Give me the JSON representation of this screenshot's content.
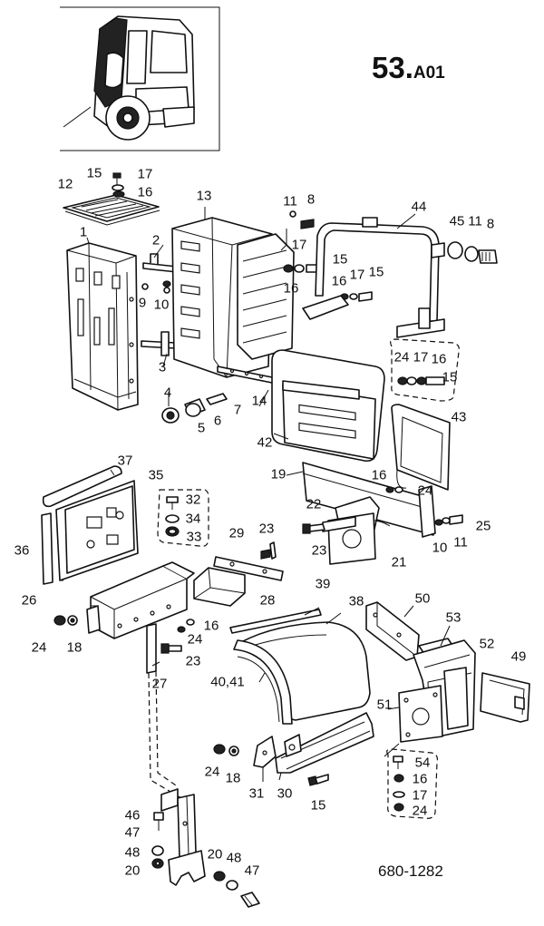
{
  "header": {
    "page_code_main": "53.",
    "page_code_suffix": "A01"
  },
  "footer": {
    "drawing_number": "680-1282"
  },
  "callouts": {
    "c15a": "15",
    "c17a": "17",
    "c16a": "16",
    "c12": "12",
    "c1": "1",
    "c2": "2",
    "c13": "13",
    "c9": "9",
    "c10a": "10",
    "c3": "3",
    "c4": "4",
    "c5": "5",
    "c6": "6",
    "c7": "7",
    "c11a": "11",
    "c8a": "8",
    "c17b": "17",
    "c15b": "15",
    "c16b": "16",
    "c16c": "16",
    "c17c": "17",
    "c15c": "15",
    "c14": "14",
    "c44": "44",
    "c45": "45",
    "c11b": "11",
    "c8b": "8",
    "c24a": "24",
    "c17d": "17",
    "c16d": "16",
    "c15d": "15",
    "c42": "42",
    "c43": "43",
    "c37": "37",
    "c35": "35",
    "c36": "36",
    "c32": "32",
    "c34": "34",
    "c33": "33",
    "c19": "19",
    "c16e": "16",
    "c24b": "24",
    "c22": "22",
    "c23a": "23",
    "c21": "21",
    "c10b": "10",
    "c11c": "11",
    "c25": "25",
    "c29": "29",
    "c23b": "23",
    "c28": "28",
    "c26": "26",
    "c24c": "24",
    "c18a": "18",
    "c16f": "16",
    "c24d": "24",
    "c23c": "23",
    "c27": "27",
    "c39": "39",
    "c38": "38",
    "c40_41": "40,41",
    "c50": "50",
    "c53": "53",
    "c52": "52",
    "c49": "49",
    "c51": "51",
    "c54": "54",
    "c16g": "16",
    "c17e": "17",
    "c24e": "24",
    "c24f": "24",
    "c18b": "18",
    "c31": "31",
    "c30": "30",
    "c15e": "15",
    "c46": "46",
    "c47a": "47",
    "c48a": "48",
    "c20a": "20",
    "c20b": "20",
    "c48b": "48",
    "c47b": "47"
  }
}
